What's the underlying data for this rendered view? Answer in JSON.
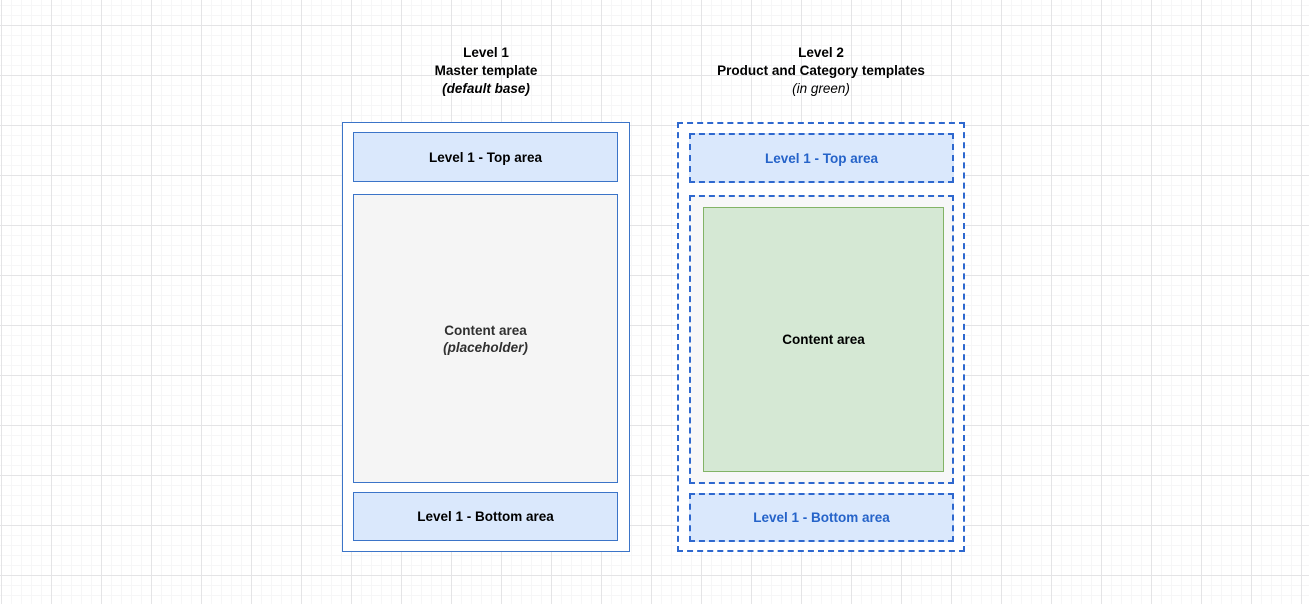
{
  "diagram": {
    "left": {
      "header": [
        "Level 1",
        "Master template",
        "(default base)"
      ],
      "top_area_label": "Level 1 - Top area",
      "content_label": "Content area",
      "content_sublabel": "(placeholder)",
      "bottom_area_label": "Level 1 - Bottom area"
    },
    "right": {
      "header": [
        "Level 2",
        "Product and Category templates",
        "(in green)"
      ],
      "top_area_label": "Level 1 - Top area",
      "content_label": "Content area",
      "bottom_area_label": "Level 1 - Bottom area"
    }
  },
  "colors": {
    "blue_stroke": "#3b74c8",
    "blue_dash_stroke": "#2e68cf",
    "blue_fill": "#dae8fc",
    "blue_text": "#2563c9",
    "green_fill": "#d5e8d4",
    "green_stroke": "#82b366",
    "gray_fill": "#f5f5f5",
    "mid_fill": "#f7f7f8",
    "grid_major": "#e4e4e6",
    "grid_minor": "#f6f6f7",
    "text_dark": "#303030"
  }
}
